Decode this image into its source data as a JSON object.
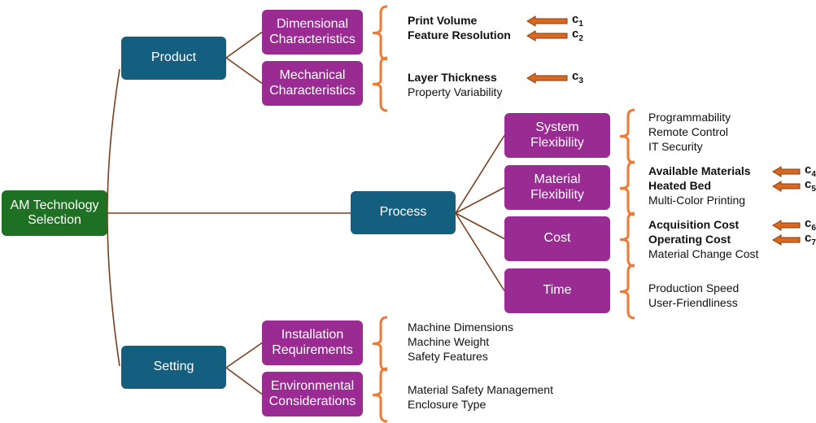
{
  "root": {
    "label": "AM Technology\nSelection"
  },
  "categories": [
    {
      "label": "Product"
    },
    {
      "label": "Process"
    },
    {
      "label": "Setting"
    }
  ],
  "subcategories": [
    {
      "label": "Dimensional\nCharacteristics",
      "items": [
        {
          "text": "Print Volume",
          "bold": true,
          "criterion": "c",
          "index": "1"
        },
        {
          "text": "Feature Resolution",
          "bold": true,
          "criterion": "c",
          "index": "2"
        }
      ]
    },
    {
      "label": "Mechanical\nCharacteristics",
      "items": [
        {
          "text": "Layer Thickness",
          "bold": true,
          "criterion": "c",
          "index": "3"
        },
        {
          "text": "Property Variability",
          "bold": false
        }
      ]
    },
    {
      "label": "System\nFlexibility",
      "items": [
        {
          "text": "Programmability",
          "bold": false
        },
        {
          "text": "Remote Control",
          "bold": false
        },
        {
          "text": "IT Security",
          "bold": false
        }
      ]
    },
    {
      "label": "Material\nFlexibility",
      "items": [
        {
          "text": "Available Materials",
          "bold": true,
          "criterion": "c",
          "index": "4"
        },
        {
          "text": "Heated Bed",
          "bold": true,
          "criterion": "c",
          "index": "5"
        },
        {
          "text": "Multi-Color Printing",
          "bold": false
        }
      ]
    },
    {
      "label": "Cost",
      "items": [
        {
          "text": "Acquisition Cost",
          "bold": true,
          "criterion": "c",
          "index": "6"
        },
        {
          "text": "Operating Cost",
          "bold": true,
          "criterion": "c",
          "index": "7"
        },
        {
          "text": "Material Change Cost",
          "bold": false
        }
      ]
    },
    {
      "label": "Time",
      "items": [
        {
          "text": "Production Speed",
          "bold": false
        },
        {
          "text": "User-Friendliness",
          "bold": false
        }
      ]
    },
    {
      "label": "Installation\nRequirements",
      "items": [
        {
          "text": "Machine Dimensions",
          "bold": false
        },
        {
          "text": "Machine Weight",
          "bold": false
        },
        {
          "text": "Safety Features",
          "bold": false
        }
      ]
    },
    {
      "label": "Environmental\nConsiderations",
      "items": [
        {
          "text": "Material Safety Management",
          "bold": false
        },
        {
          "text": "Enclosure Type",
          "bold": false
        }
      ]
    }
  ],
  "colors": {
    "root": "#1e7022",
    "category": "#145f7f",
    "subcategory": "#9a2b93",
    "connector": "#7a3e1e",
    "brace": "#ee7a36",
    "arrow_fill": "#d9691f",
    "arrow_stroke": "#8a3a10"
  }
}
